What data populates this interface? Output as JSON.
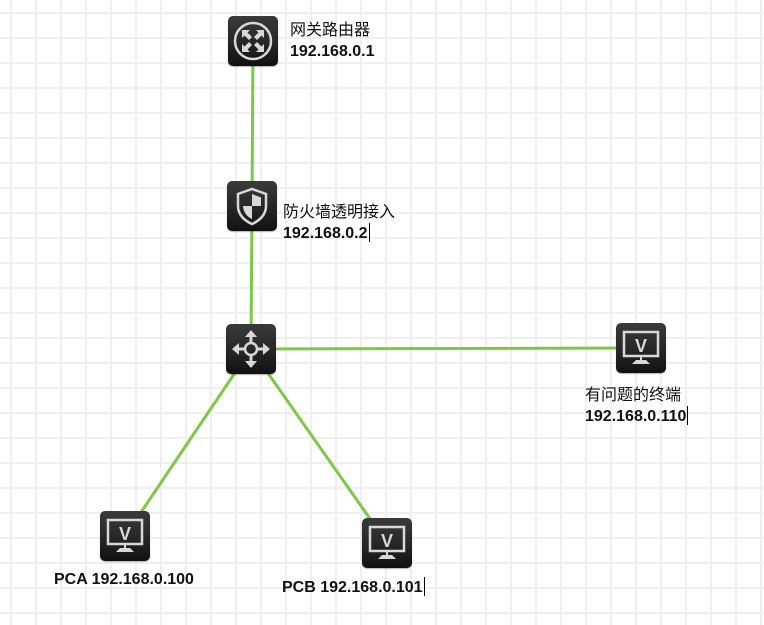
{
  "diagram": {
    "type": "network-topology",
    "link_color": "#7dc846",
    "nodes": [
      {
        "id": "gateway-router",
        "kind": "router",
        "name": "网关路由器",
        "ip": "192.168.0.1"
      },
      {
        "id": "firewall",
        "kind": "firewall",
        "name": "防火墙透明接入",
        "ip": "192.168.0.2"
      },
      {
        "id": "switch",
        "kind": "switch",
        "name": "",
        "ip": ""
      },
      {
        "id": "problem-terminal",
        "kind": "pc",
        "name": "有问题的终端",
        "ip": "192.168.0.110"
      },
      {
        "id": "pca",
        "kind": "pc",
        "name": "PCA",
        "ip": "192.168.0.100",
        "label": "PCA 192.168.0.100"
      },
      {
        "id": "pcb",
        "kind": "pc",
        "name": "PCB",
        "ip": "192.168.0.101",
        "label": "PCB 192.168.0.101"
      }
    ],
    "links": [
      [
        "gateway-router",
        "firewall"
      ],
      [
        "firewall",
        "switch"
      ],
      [
        "switch",
        "problem-terminal"
      ],
      [
        "switch",
        "pca"
      ],
      [
        "switch",
        "pcb"
      ]
    ]
  }
}
